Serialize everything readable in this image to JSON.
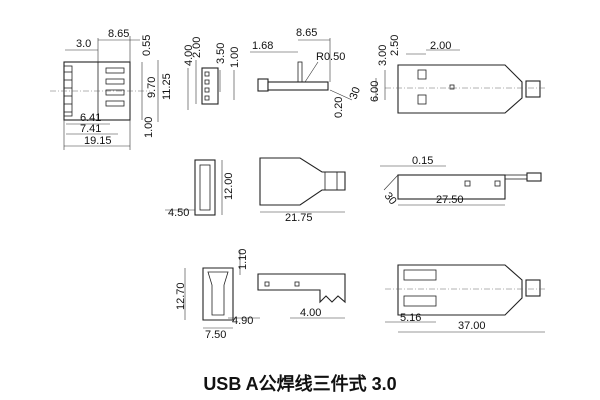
{
  "title": "USB A公焊线三件式 3.0",
  "views": {
    "front": {
      "dims": [
        "3.0",
        "8.65",
        "0.55",
        "9.70",
        "11.25",
        "6.41",
        "7.41",
        "1.00",
        "19.15"
      ]
    },
    "end": {
      "dims": [
        "4.00",
        "2.00",
        "3.50",
        "1.00"
      ]
    },
    "side": {
      "dims": [
        "1.68",
        "8.65",
        "R0.50",
        "30",
        "0.20"
      ]
    },
    "top": {
      "dims": [
        "3.00",
        "2.50",
        "2.00",
        "6.00"
      ]
    },
    "cap_end": {
      "dims": [
        "12.00",
        "4.50"
      ]
    },
    "cap_top": {
      "dims": [
        "21.75"
      ]
    },
    "shell_side": {
      "dims": [
        "0.15",
        "30",
        "27.50"
      ]
    },
    "hood_end": {
      "dims": [
        "1.10",
        "12.70",
        "7.50",
        "4.90"
      ]
    },
    "hood_side": {
      "dims": [
        "4.00"
      ]
    },
    "assembly": {
      "dims": [
        "5.16",
        "37.00"
      ]
    }
  }
}
